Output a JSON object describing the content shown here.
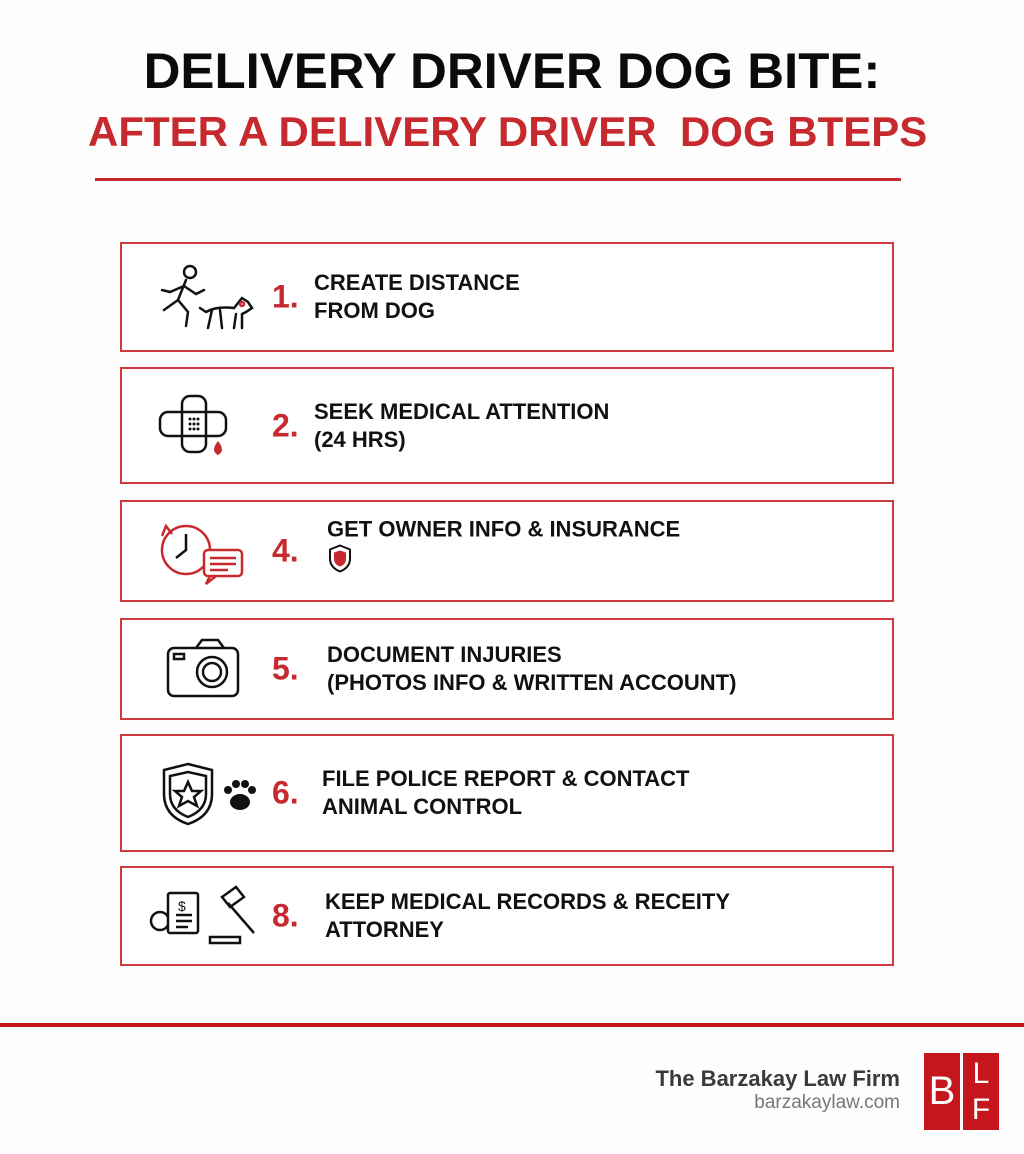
{
  "header": {
    "title": "DELIVERY DRIVER DOG BITE:",
    "subtitle": "AFTER A DELIVERY DRIVER  DOG BTEPS"
  },
  "steps": [
    {
      "number": "1.",
      "line1": "CREATE DISTANCE",
      "line2": "FROM DOG",
      "icon": "running-person-dog-icon"
    },
    {
      "number": "2.",
      "line1": "SEEK MEDICAL ATTENTION",
      "line2": "(24 HRS)",
      "icon": "bandage-blood-icon"
    },
    {
      "number": "4.",
      "line1": "GET OWNER INFO & INSURANCE",
      "line2": "",
      "icon": "clock-chat-icon"
    },
    {
      "number": "5.",
      "line1": "DOCUMENT INJURIES",
      "line2": "(PHOTOS INFO & WRITTEN ACCOUNT)",
      "icon": "camera-icon"
    },
    {
      "number": "6.",
      "line1": "FILE POLICE REPORT & CONTACT",
      "line2": "ANIMAL CONTROL",
      "icon": "police-badge-paw-icon"
    },
    {
      "number": "8.",
      "line1": "KEEP MEDICAL RECORDS & RECEITY",
      "line2": "ATTORNEY",
      "icon": "document-gavel-icon"
    }
  ],
  "footer": {
    "firm": "The Barzakay Law Firm",
    "url": "barzakaylaw.com",
    "logo": {
      "b": "B",
      "l": "L",
      "f": "F"
    }
  },
  "colors": {
    "accent": "#c62a2e",
    "text": "#111111"
  }
}
